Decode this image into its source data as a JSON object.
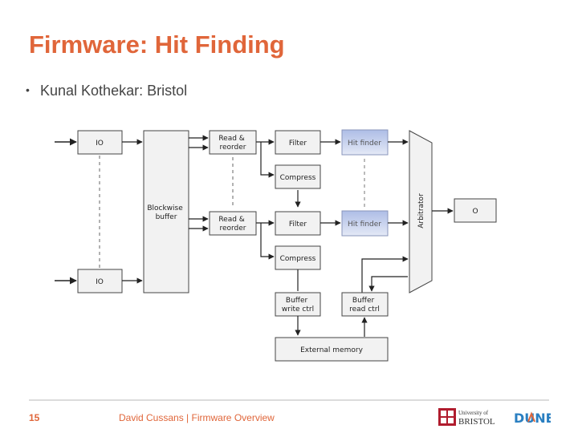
{
  "slide": {
    "title": "Firmware: Hit Finding",
    "bullets": [
      "Kunal Kothekar: Bristol"
    ],
    "number": "15",
    "footer": "David Cussans | Firmware Overview"
  },
  "diagram": {
    "io_top": "IO",
    "io_bottom": "IO",
    "blockwise_buffer": [
      "Blockwise",
      "buffer"
    ],
    "read_reorder_top": [
      "Read &",
      "reorder"
    ],
    "read_reorder_bottom": [
      "Read &",
      "reorder"
    ],
    "filter_top": "Filter",
    "filter_bottom": "Filter",
    "hit_finder_top": "Hit finder",
    "hit_finder_bottom": "Hit finder",
    "compress_top": "Compress",
    "compress_bottom": "Compress",
    "arbitrator": "Arbitrator",
    "output": "O",
    "buffer_write_ctrl": [
      "Buffer",
      "write ctrl"
    ],
    "buffer_read_ctrl": [
      "Buffer",
      "read ctrl"
    ],
    "external_memory": "External memory"
  },
  "logos": {
    "bristol": [
      "University of",
      "BRISTOL"
    ],
    "dune": "DUNE"
  },
  "colors": {
    "title": "#e0663a",
    "hit_finder_fill": "#c9d3ee",
    "box_fill": "#f2f2f2"
  }
}
